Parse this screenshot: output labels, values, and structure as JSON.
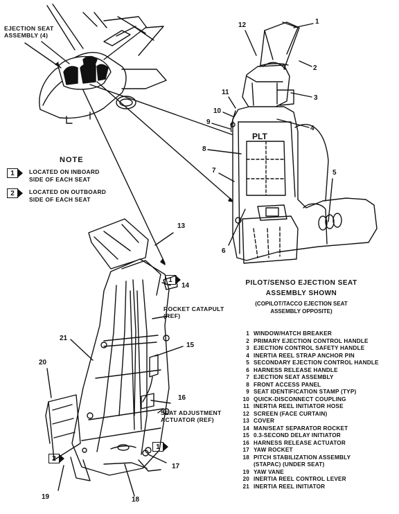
{
  "header_label": "EJECTION SEAT\nASSEMBLY (4)",
  "note": {
    "title": "NOTE",
    "items": [
      {
        "flag": "1",
        "text": "LOCATED ON INBOARD\nSIDE OF EACH SEAT"
      },
      {
        "flag": "2",
        "text": "LOCATED ON OUTBOARD\nSIDE OF EACH SEAT"
      }
    ]
  },
  "seat_stamp": "PLT",
  "callouts": {
    "c1": "1",
    "c2": "2",
    "c3": "3",
    "c4": "4",
    "c5": "5",
    "c6": "6",
    "c7": "7",
    "c8": "8",
    "c9": "9",
    "c10": "10",
    "c11": "11",
    "c12": "12",
    "c13": "13",
    "c14": "14",
    "c15": "15",
    "c16": "16",
    "c17": "17",
    "c18": "18",
    "c19": "19",
    "c20": "20",
    "c21": "21"
  },
  "flags": {
    "f14": "1",
    "f17": "1",
    "f19": "2"
  },
  "labels": {
    "rocket_catapult": "ROCKET CATAPULT\n(REF)",
    "seat_adjust": "SEAT ADJUSTMENT\nACTUATOR (REF)"
  },
  "caption": {
    "line1": "PILOT/SENSO EJECTION SEAT",
    "line2": "ASSEMBLY SHOWN",
    "line3": "(COPILOT/TACCO EJECTION SEAT",
    "line4": "ASSEMBLY OPPOSITE)"
  },
  "legend": [
    {
      "num": "1",
      "text": "WINDOW/HATCH BREAKER"
    },
    {
      "num": "2",
      "text": "PRIMARY EJECTION CONTROL HANDLE"
    },
    {
      "num": "3",
      "text": "EJECTION CONTROL SAFETY HANDLE"
    },
    {
      "num": "4",
      "text": "INERTIA REEL STRAP ANCHOR PIN"
    },
    {
      "num": "5",
      "text": "SECONDARY EJECTION CONTROL HANDLE"
    },
    {
      "num": "6",
      "text": "HARNESS RELEASE HANDLE"
    },
    {
      "num": "7",
      "text": "EJECTION SEAT ASSEMBLY"
    },
    {
      "num": "8",
      "text": "FRONT ACCESS PANEL"
    },
    {
      "num": "9",
      "text": "SEAT IDENTIFICATION STAMP (TYP)"
    },
    {
      "num": "10",
      "text": "QUICK-DISCONNECT COUPLING"
    },
    {
      "num": "11",
      "text": "INERTIA REEL INITIATOR HOSE"
    },
    {
      "num": "12",
      "text": "SCREEN (FACE CURTAIN)"
    },
    {
      "num": "13",
      "text": "COVER"
    },
    {
      "num": "14",
      "text": "MAN/SEAT SEPARATOR ROCKET"
    },
    {
      "num": "15",
      "text": "0.3-SECOND DELAY INITIATOR"
    },
    {
      "num": "16",
      "text": "HARNESS RELEASE ACTUATOR"
    },
    {
      "num": "17",
      "text": "YAW ROCKET"
    },
    {
      "num": "18",
      "text": "PITCH STABILIZATION ASSEMBLY"
    },
    {
      "num": "",
      "text": "(STAPAC) (UNDER SEAT)"
    },
    {
      "num": "19",
      "text": "YAW VANE"
    },
    {
      "num": "20",
      "text": "INERTIA REEL CONTROL LEVER"
    },
    {
      "num": "21",
      "text": "INERTIA REEL INITIATOR"
    }
  ]
}
